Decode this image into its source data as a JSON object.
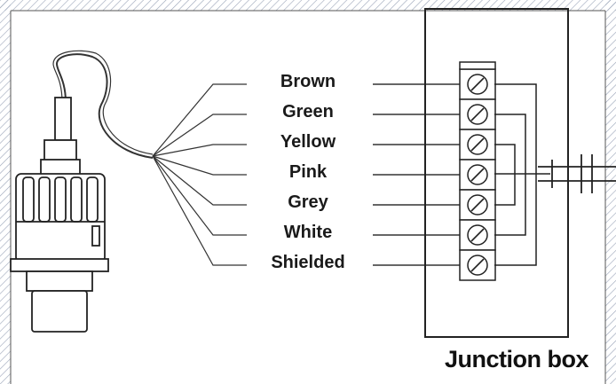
{
  "wires": [
    {
      "label": "Brown"
    },
    {
      "label": "Green"
    },
    {
      "label": "Yellow"
    },
    {
      "label": "Pink"
    },
    {
      "label": "Grey"
    },
    {
      "label": "White"
    },
    {
      "label": "Shielded"
    }
  ],
  "junction_box": {
    "caption": "Junction box"
  },
  "colors": {
    "line": "#222222",
    "hatch": "#9aa4b8",
    "background": "#ffffff"
  }
}
